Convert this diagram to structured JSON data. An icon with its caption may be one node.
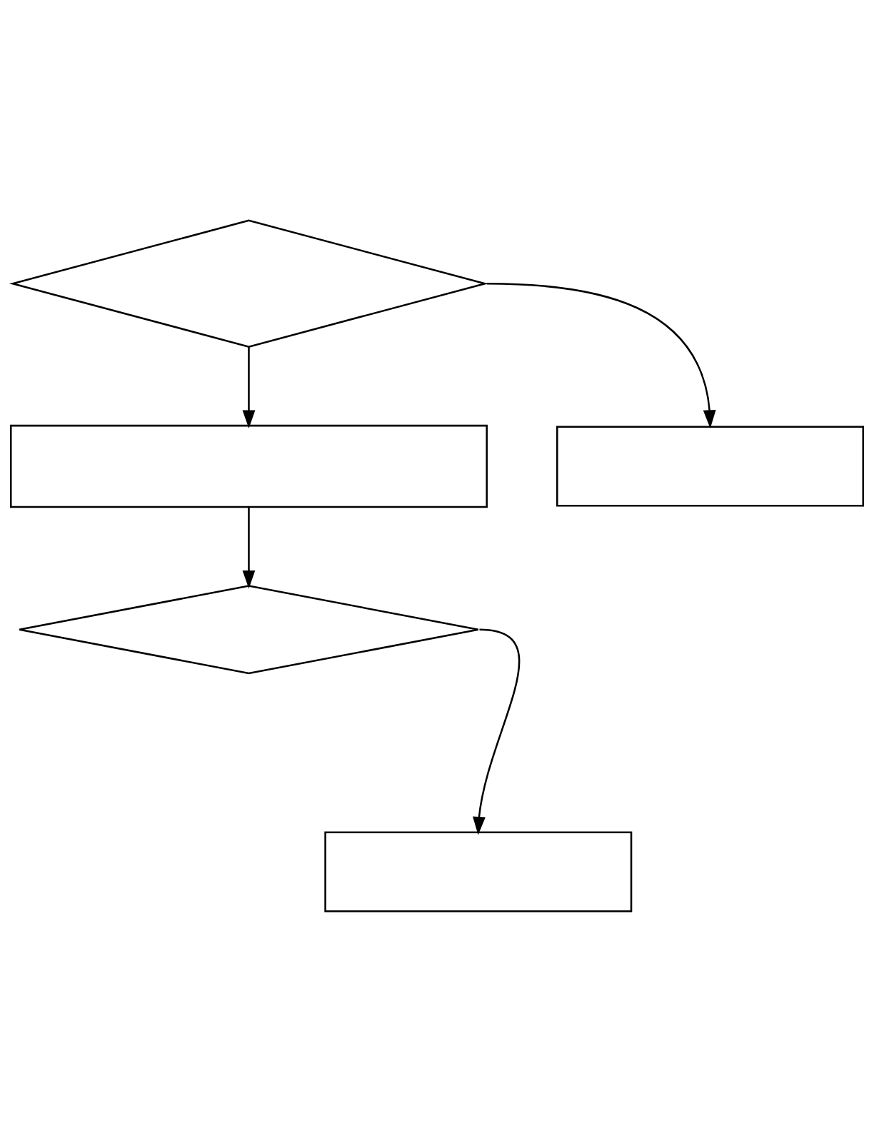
{
  "diagram": {
    "nodes": [
      {
        "text": [],
        "shape": "diamond"
      },
      {
        "text": [],
        "shape": "box"
      },
      {
        "text": [],
        "shape": "box"
      },
      {
        "text": [],
        "shape": "diamond"
      },
      {
        "text": [],
        "shape": "box"
      }
    ],
    "edges": [
      {
        "from": 0,
        "to": 1,
        "arrow": "to"
      },
      {
        "from": 0,
        "to": 2,
        "arrow": "to"
      },
      {
        "from": 2,
        "to": 3,
        "arrow": "to"
      },
      {
        "from": 3,
        "to": 4,
        "arrow": "to"
      }
    ]
  }
}
